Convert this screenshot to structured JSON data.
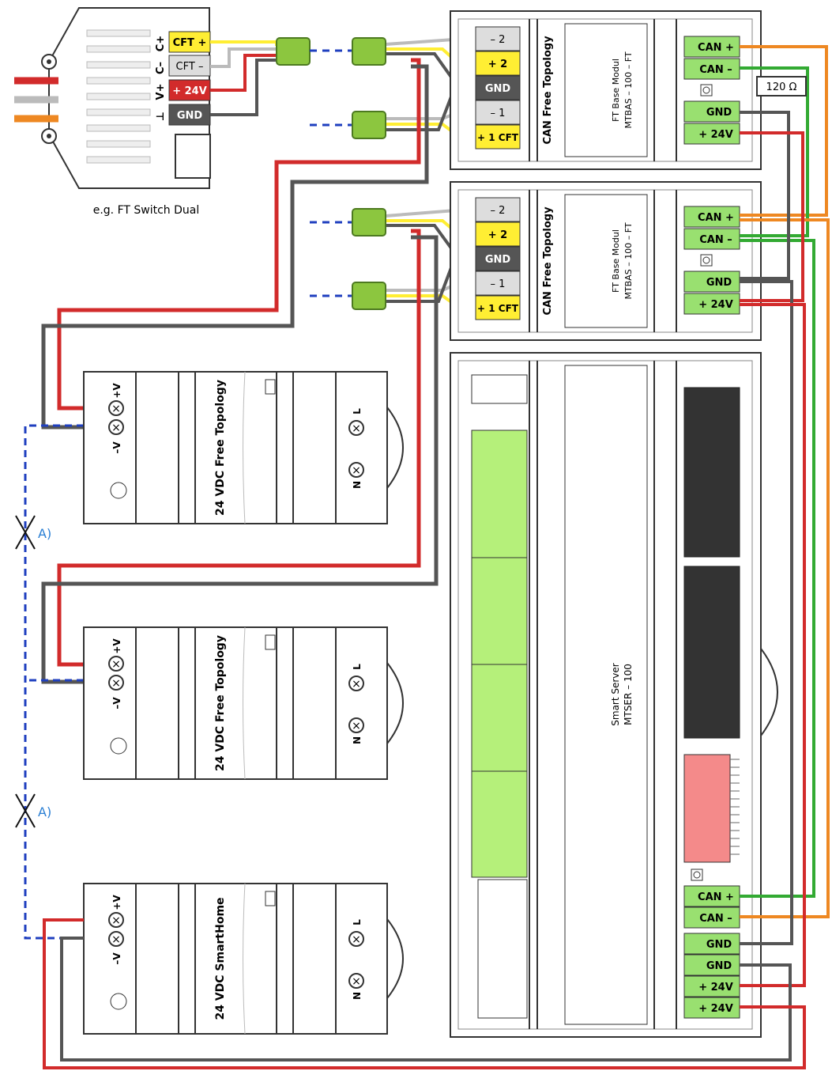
{
  "switch": {
    "label": "e.g. FT Switch Dual",
    "pins": [
      "C+",
      "C–",
      "V+",
      "⊥"
    ],
    "terminals": [
      "CFT +",
      "CFT –",
      "+ 24V",
      "GND"
    ]
  },
  "ft_modules": [
    {
      "title": "CAN Free Topology",
      "name1": "FT Base Modul",
      "name2": "MTBAS – 100 – FT"
    },
    {
      "title": "CAN Free Topology",
      "name1": "FT Base Modul",
      "name2": "MTBAS – 100 – FT"
    }
  ],
  "ft_terminals": [
    "– 2",
    "+ 2",
    "GND",
    "– 1",
    "+ 1 CFT"
  ],
  "can_terminals": [
    "CAN +",
    "CAN –",
    "GND",
    "+ 24V"
  ],
  "resistor": "120 Ω",
  "psus": [
    {
      "title": "24 VDC Free Topology"
    },
    {
      "title": "24 VDC Free Topology"
    },
    {
      "title": "24 VDC SmartHome"
    }
  ],
  "psu_labels": {
    "minus_v": "–V",
    "plus_v": "+V",
    "l": "L",
    "n": "N"
  },
  "marker": "A)",
  "server": {
    "name1": "Smart Server",
    "name2": "MTSER – 100",
    "terminals": [
      "CAN +",
      "CAN –",
      "GND",
      "GND",
      "+ 24V",
      "+ 24V"
    ]
  },
  "colors": {
    "red": "#d22b2b",
    "gray": "#555555",
    "yellow": "#ffee33",
    "green": "#33aa33",
    "orange": "#ee8822",
    "blue": "#1f3fbf",
    "terminal_green": "#99e070",
    "connector_green": "#8cc63f"
  }
}
